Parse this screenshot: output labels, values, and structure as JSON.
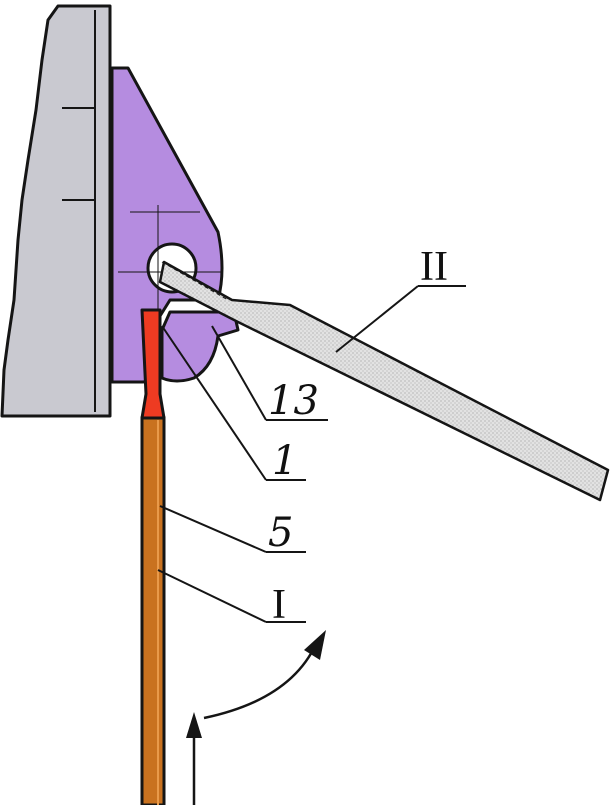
{
  "labels": {
    "position_second": "II",
    "part_13": "13",
    "part_1": "1",
    "part_5": "5",
    "position_first": "I"
  },
  "colors": {
    "housing_fill": "#c9c9d0",
    "bracket_fill": "#b58ce0",
    "insert_fill": "#ee3b22",
    "rod_fill": "#c9721f",
    "lever_fill": "#dcdcdc",
    "outline": "#151515",
    "background": "#ffffff"
  }
}
